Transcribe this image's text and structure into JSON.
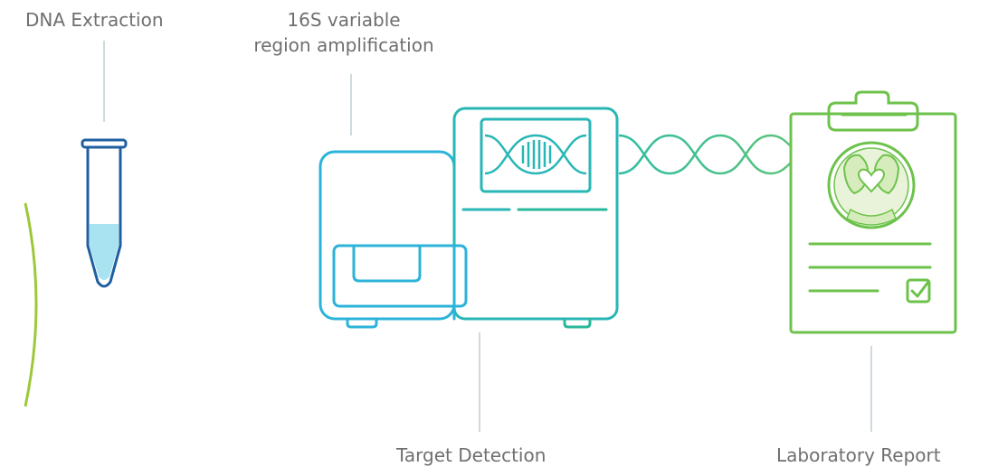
{
  "steps": {
    "dna_extraction": "DNA Extraction",
    "amplification_line1": "16S variable",
    "amplification_line2": "region amplification",
    "target_detection": "Target Detection",
    "laboratory_report": "Laboratory Report"
  },
  "colors": {
    "connector": "#cfd9de",
    "tube": "#1f5fa0",
    "tube_liquid": "#a9e3f1",
    "instrument_left": "#2bb3d9",
    "instrument_right": "#28b89a",
    "dna_helix": "#43c29a",
    "report": "#6dc24b",
    "circle": "#9cc83a",
    "label_text": "#6f6f6f"
  },
  "icons": {
    "tube": "test-tube-icon",
    "instrument": "pcr-instrument-icon",
    "helix": "dna-helix-icon",
    "report": "clipboard-report-icon",
    "check": "checkbox-icon",
    "hearts": "heart-hands-icon"
  }
}
